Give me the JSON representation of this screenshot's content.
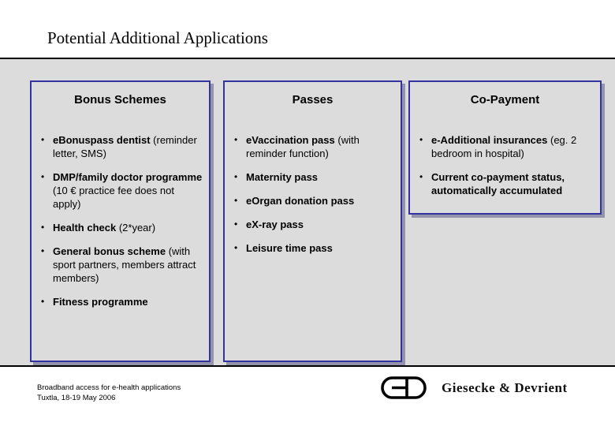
{
  "colors": {
    "slide_background": "#ffffff",
    "content_band_background": "#dcdcdc",
    "box_border": "#3333a0",
    "box_shadow": "#9393ac",
    "divider_line": "#000000",
    "text": "#000000"
  },
  "slide": {
    "title": "Potential Additional Applications",
    "boxes": [
      {
        "header": "Bonus Schemes",
        "items": [
          {
            "bold": "eBonuspass dentist",
            "rest": "(reminder letter, SMS)"
          },
          {
            "bold": "DMP/family doctor programme",
            "rest": "(10 € practice fee does not apply)"
          },
          {
            "bold": "Health check",
            "rest": "(2*year)"
          },
          {
            "bold": "General bonus scheme",
            "rest": "(with sport partners, members attract members)"
          },
          {
            "bold": "Fitness programme",
            "rest": ""
          }
        ]
      },
      {
        "header": "Passes",
        "items": [
          {
            "bold": "eVaccination pass",
            "rest": "(with reminder function)"
          },
          {
            "bold": "Maternity pass",
            "rest": ""
          },
          {
            "bold": "eOrgan donation pass",
            "rest": ""
          },
          {
            "bold": "eX-ray pass",
            "rest": ""
          },
          {
            "bold": "Leisure time pass",
            "rest": ""
          }
        ]
      },
      {
        "header": "Co-Payment",
        "items": [
          {
            "bold": "e-Additional insurances",
            "rest": "(eg. 2 bedroom in hospital)"
          },
          {
            "bold": "Current co-payment status, automatically accumulated",
            "rest": ""
          }
        ]
      }
    ],
    "footer": {
      "line1": "Broadband access for e-health applications",
      "line2": "Tuxtla, 18-19 May 2006"
    },
    "logo": {
      "company": "Giesecke & Devrient",
      "icon": "gd-monogram-icon"
    }
  }
}
